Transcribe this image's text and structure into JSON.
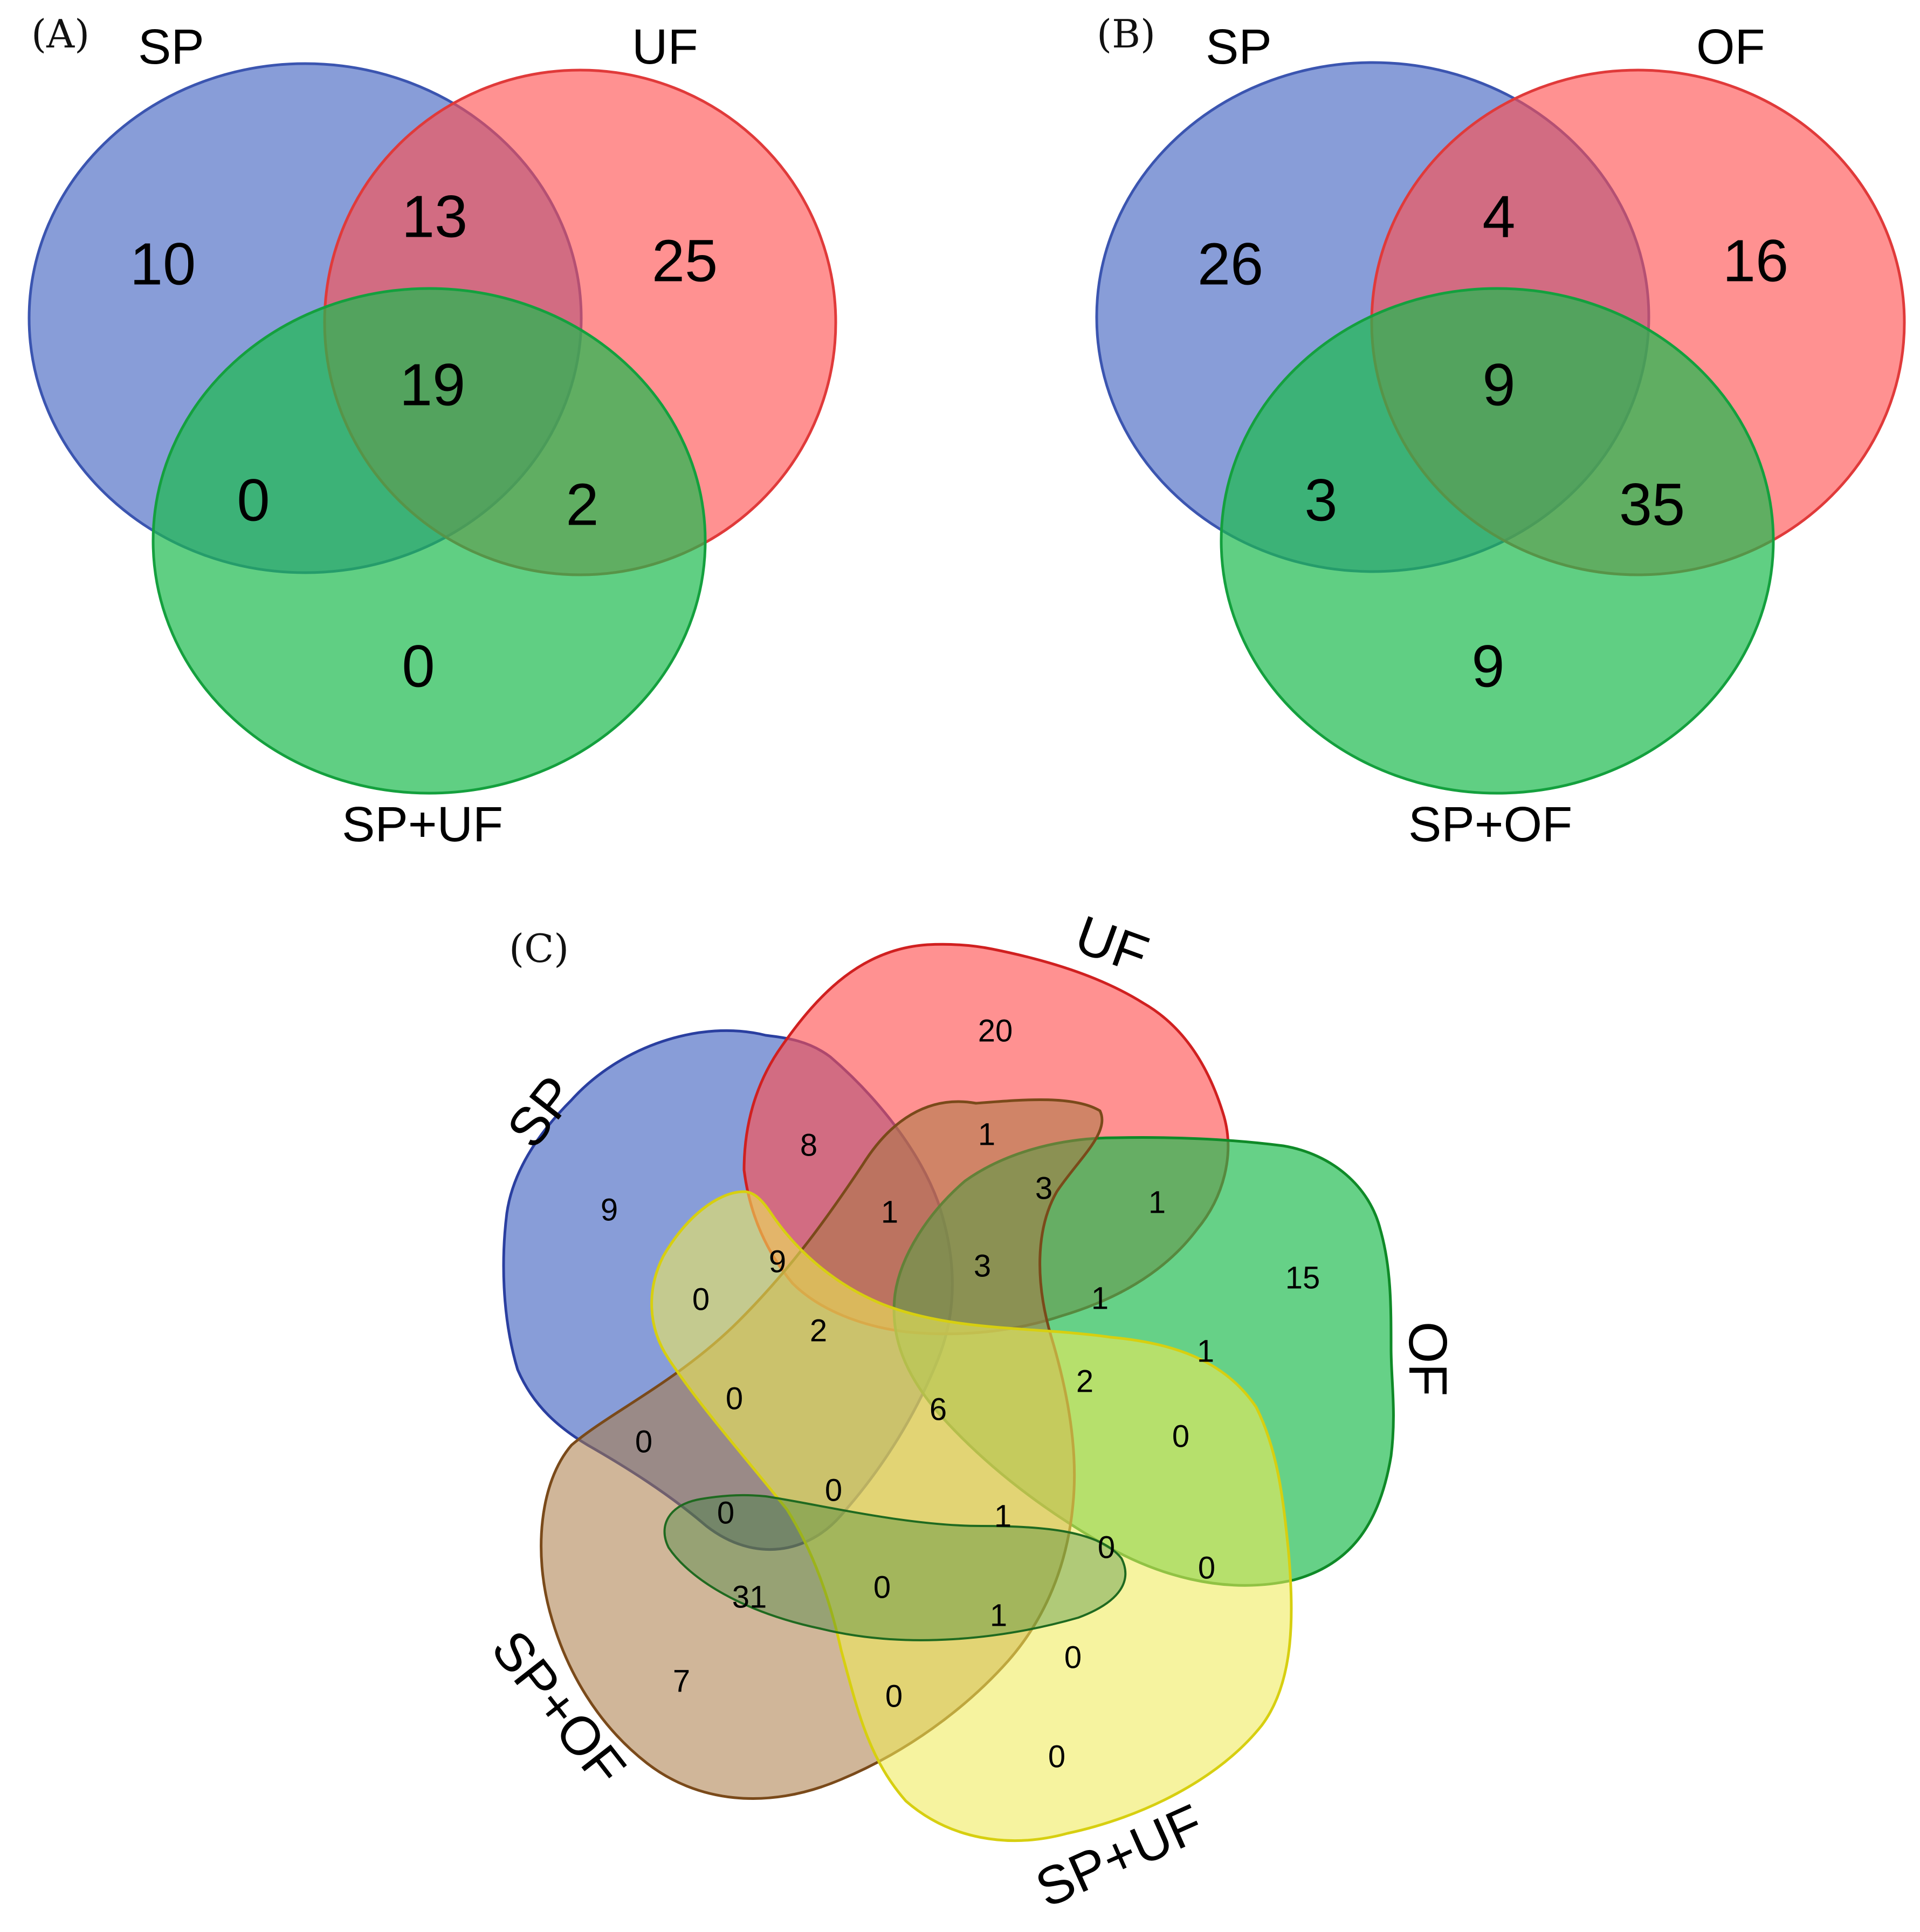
{
  "panel_a": {
    "label": "(A)",
    "sets": {
      "sp": "SP",
      "uf": "UF",
      "combo": "SP+UF"
    },
    "counts": {
      "sp_only": "10",
      "sp_uf": "13",
      "uf_only": "25",
      "all_three": "19",
      "sp_combo": "0",
      "uf_combo": "2",
      "combo_only": "0"
    }
  },
  "panel_b": {
    "label": "(B)",
    "sets": {
      "sp": "SP",
      "of": "OF",
      "combo": "SP+OF"
    },
    "counts": {
      "sp_only": "26",
      "sp_of": "4",
      "of_only": "16",
      "all_three": "9",
      "sp_combo": "3",
      "of_combo": "35",
      "combo_only": "9"
    }
  },
  "panel_c": {
    "label": "(C)",
    "sets": {
      "sp": "SP",
      "uf": "UF",
      "of": "OF",
      "sp_of": "SP+OF",
      "sp_uf": "SP+UF"
    },
    "counts": [
      "20",
      "8",
      "9",
      "1",
      "1",
      "3",
      "1",
      "9",
      "0",
      "3",
      "1",
      "15",
      "2",
      "1",
      "6",
      "2",
      "0",
      "0",
      "0",
      "0",
      "0",
      "1",
      "0",
      "0",
      "31",
      "0",
      "1",
      "0",
      "7",
      "0",
      "0"
    ]
  },
  "colors": {
    "sp_fill": "#4a6bc4",
    "uf_fill": "#ff4d4d",
    "combo_fill": "#1dbb4e",
    "of_fill": "#1dbb4e",
    "sp_of_fill": "#a97a45",
    "sp_uf_fill": "#efea5a"
  }
}
